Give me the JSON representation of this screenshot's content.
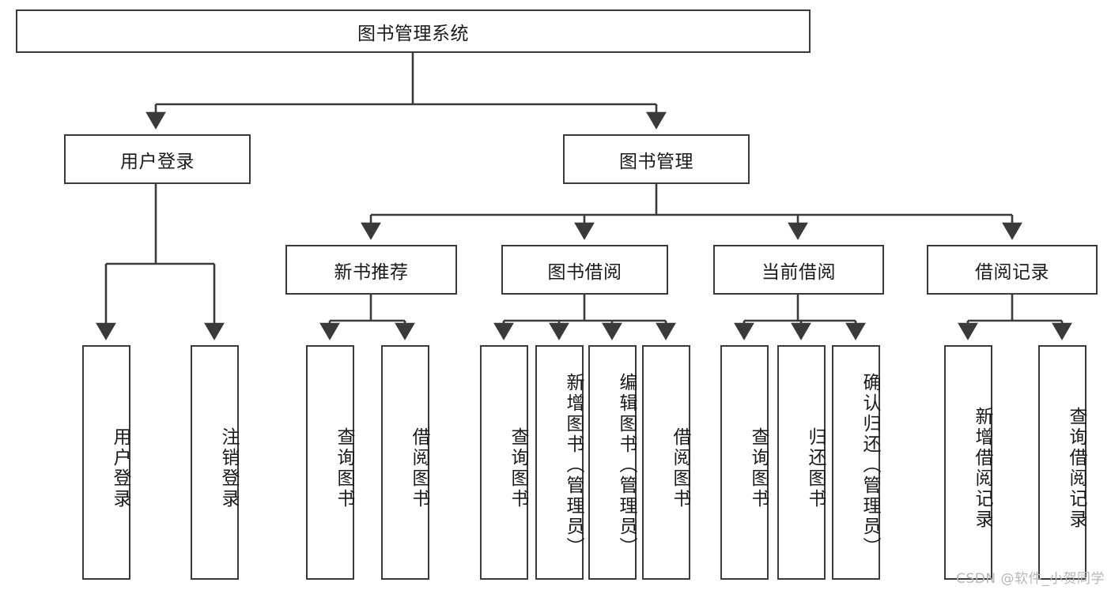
{
  "diagram": {
    "type": "tree-hierarchy-chart",
    "title": "图书管理系统",
    "line_color": "#3a3a3a",
    "box_fill": "#ffffff",
    "text_color": "#1a1a1a",
    "root": {
      "label": "图书管理系统",
      "children": [
        {
          "label": "用户登录",
          "children": [
            {
              "label": "用户登录"
            },
            {
              "label": "注销登录"
            }
          ]
        },
        {
          "label": "图书管理",
          "children": [
            {
              "label": "新书推荐",
              "children": [
                {
                  "label": "查询图书"
                },
                {
                  "label": "借阅图书"
                }
              ]
            },
            {
              "label": "图书借阅",
              "children": [
                {
                  "label": "查询图书"
                },
                {
                  "label": "新增图书（管理员）"
                },
                {
                  "label": "编辑图书（管理员）"
                },
                {
                  "label": "借阅图书"
                }
              ]
            },
            {
              "label": "当前借阅",
              "children": [
                {
                  "label": "查询图书"
                },
                {
                  "label": "归还图书"
                },
                {
                  "label": "确认归还（管理员）"
                }
              ]
            },
            {
              "label": "借阅记录",
              "children": [
                {
                  "label": "新增借阅记录"
                },
                {
                  "label": "查询借阅记录"
                }
              ]
            }
          ]
        }
      ]
    }
  },
  "watermark": {
    "text": "CSDN @软件_小贺同学"
  }
}
